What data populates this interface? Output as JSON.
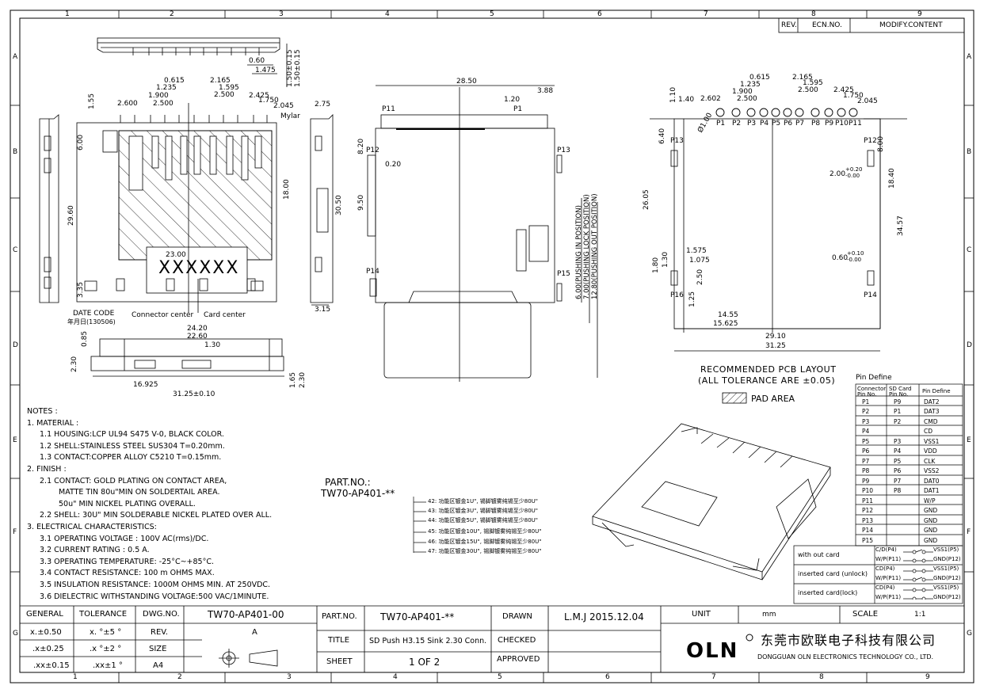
{
  "grid": {
    "cols_top": [
      "1",
      "2",
      "3",
      "4",
      "5",
      "6",
      "7",
      "8",
      "9"
    ],
    "cols_bottom": [
      "1",
      "2",
      "3",
      "4",
      "5",
      "6",
      "7",
      "8",
      "9"
    ],
    "rows_left": [
      "A",
      "B",
      "C",
      "D",
      "E",
      "F",
      "G"
    ],
    "rows_right": [
      "A",
      "B",
      "C",
      "D",
      "E",
      "F",
      "G"
    ]
  },
  "revision_block": {
    "rev": "REV.",
    "ecn": "ECN.NO.",
    "modify": "MODIFY.CONTENT"
  },
  "top_view": {
    "dims": [
      "0.60",
      "1.475",
      "1.50±0.15",
      "1.50±0.15",
      "0.615",
      "2.165",
      "1.235",
      "1.595",
      "1.900",
      "2.500",
      "2.425",
      "1.750",
      "2.500",
      "2.045",
      "2.600",
      "1.55",
      "2.75",
      "6.00",
      "29.60",
      "18.00",
      "30.50",
      "3.35",
      "23.00",
      "3.15"
    ],
    "labels": {
      "mylar": "Mylar",
      "date_code": "DATE CODE",
      "date_code_sub": "年月日(130506)",
      "connector_center": "Connector center",
      "card_center": "Card center",
      "marking": "XXXXXX"
    }
  },
  "front_view": {
    "dims": [
      "24.20",
      "22.60",
      "1.30",
      "0.85",
      "2.30",
      "16.925",
      "31.25±0.10",
      "1.65",
      "2.30"
    ]
  },
  "side_view": {
    "dims": [
      "28.50",
      "3.88",
      "1.20",
      "8.20",
      "0.20",
      "9.50"
    ],
    "pins": [
      "P11",
      "P1",
      "P12",
      "P13",
      "P14",
      "P15"
    ],
    "positions": [
      "6.00(PUSHING IN POSITION)",
      "7.00(PUSHING LOCK POSITION)",
      "12.80(PUSHING OUT POSITION)"
    ]
  },
  "pcb_layout": {
    "dims_top": [
      "0.615",
      "2.165",
      "1.235",
      "1.595",
      "1.900",
      "2.500",
      "2.500",
      "2.425",
      "1.750",
      "2.045",
      "2.602",
      "1.40",
      "1.10",
      "Ø1.00"
    ],
    "pins": [
      "P1",
      "P2",
      "P3",
      "P4",
      "P5",
      "P6",
      "P7",
      "P8",
      "P9",
      "P10",
      "P11"
    ],
    "side_pins": [
      "P13",
      "P12",
      "P16",
      "P14"
    ],
    "dims_body": [
      "6.40",
      "8.00",
      "2.00",
      "+0.20",
      "-0.00",
      "18.40",
      "26.05",
      "34.57",
      "1.575",
      "1.075",
      "1.30",
      "1.80",
      "2.50",
      "1.25",
      "0.60",
      "+0.10",
      "-0.00",
      "14.55",
      "15.625",
      "29.10",
      "31.25"
    ],
    "title_line1": "RECOMMENDED PCB LAYOUT",
    "title_line2": "(ALL TOLERANCE ARE ±0.05)",
    "pad_area": "PAD AREA"
  },
  "pin_define": {
    "title": "Pin Define",
    "headers": [
      "Connector Pin No.",
      "SD Card Pin No.",
      "Pin Define"
    ],
    "rows": [
      [
        "P1",
        "P9",
        "DAT2"
      ],
      [
        "P2",
        "P1",
        "DAT3"
      ],
      [
        "P3",
        "P2",
        "CMD"
      ],
      [
        "P4",
        "",
        "CD"
      ],
      [
        "P5",
        "P3",
        "VSS1"
      ],
      [
        "P6",
        "P4",
        "VDD"
      ],
      [
        "P7",
        "P5",
        "CLK"
      ],
      [
        "P8",
        "P6",
        "VSS2"
      ],
      [
        "P9",
        "P7",
        "DAT0"
      ],
      [
        "P10",
        "P8",
        "DAT1"
      ],
      [
        "P11",
        "",
        "W/P"
      ],
      [
        "P12",
        "",
        "GND"
      ],
      [
        "P13",
        "",
        "GND"
      ],
      [
        "P14",
        "",
        "GND"
      ],
      [
        "P15",
        "",
        "GND"
      ]
    ]
  },
  "switch_table": {
    "rows": [
      {
        "state": "with out card",
        "l1": "C/D(P4)",
        "r1": "VSS1(P5)",
        "l2": "W/P(P11)",
        "r2": "GND(P12)"
      },
      {
        "state": "inserted card (unlock)",
        "l1": "CD(P4)",
        "r1": "VSS1(P5)",
        "l2": "W/P(P11)",
        "r2": "GND(P12)"
      },
      {
        "state": "inserted card(lock)",
        "l1": "CD(P4)",
        "r1": "VSS1(P5)",
        "l2": "W/P(P11)",
        "r2": "GND(P12)"
      }
    ]
  },
  "part_no": {
    "label": "PART.NO.:",
    "value": "TW70-AP401-**",
    "options": [
      "42: 功能区镀金1U\", 锡脚镀雾纯锡至少80U\"",
      "43: 功能区镀金3U\", 锡脚镀雾纯锡至少80U\"",
      "44: 功能区镀金5U\", 锡脚镀雾纯锡至少80U\"",
      "45: 功能区镀金10U\", 锡脚镀雾纯锡至少80U\"",
      "46: 功能区镀金15U\", 锡脚镀雾纯锡至少80U\"",
      "47: 功能区镀金30U\", 锡脚镀雾纯锡至少80U\""
    ]
  },
  "notes": [
    {
      "lvl": 1,
      "text": "NOTES :"
    },
    {
      "lvl": 1,
      "text": "1. MATERIAL :"
    },
    {
      "lvl": 2,
      "text": "1.1 HOUSING:LCP UL94 S475 V-0, BLACK COLOR."
    },
    {
      "lvl": 2,
      "text": "1.2 SHELL:STAINLESS STEEL SUS304 T=0.20mm."
    },
    {
      "lvl": 2,
      "text": "1.3 CONTACT:COPPER ALLOY C5210 T=0.15mm."
    },
    {
      "lvl": 1,
      "text": "2. FINISH :"
    },
    {
      "lvl": 2,
      "text": "2.1 CONTACT: GOLD PLATING ON CONTACT AREA,"
    },
    {
      "lvl": 3,
      "text": "MATTE TIN 80u\"MIN ON SOLDERTAIL AREA."
    },
    {
      "lvl": 3,
      "text": "50u\" MIN NICKEL PLATING OVERALL."
    },
    {
      "lvl": 2,
      "text": "2.2 SHELL: 30U\" MIN SOLDERABLE NICKEL PLATED OVER ALL."
    },
    {
      "lvl": 1,
      "text": "3. ELECTRICAL CHARACTERISTICS:"
    },
    {
      "lvl": 2,
      "text": "3.1 OPERATING VOLTAGE : 100V AC(rms)/DC."
    },
    {
      "lvl": 2,
      "text": "3.2 CURRENT RATING : 0.5 A."
    },
    {
      "lvl": 2,
      "text": "3.3 OPERATING TEMPERATURE: -25°C~+85°C."
    },
    {
      "lvl": 2,
      "text": "3.4 CONTACT RESISTANCE: 100 m OHMS MAX."
    },
    {
      "lvl": 2,
      "text": "3.5 INSULATION RESISTANCE: 1000M OHMS MIN. AT 250VDC."
    },
    {
      "lvl": 2,
      "text": "3.6 DIELECTRIC WITHSTANDING VOLTAGE:500 VAC/1MINUTE."
    }
  ],
  "title_block": {
    "general": "GENERAL",
    "tolerance": "TOLERANCE",
    "dwg_no_label": "DWG.NO.",
    "dwg_no": "TW70-AP401-00",
    "tol1a": "x.±0.50",
    "tol1b": "x. °±5 °",
    "rev_label": "REV.",
    "rev": "A",
    "tol2a": ".x±0.25",
    "tol2b": ".x °±2 °",
    "size_label": "SIZE",
    "size": "A4",
    "tol3a": ".xx±0.15",
    "tol3b": ".xx±1 °",
    "part_no_label": "PART.NO.",
    "part_no": "TW70-AP401-**",
    "title_label": "TITLE",
    "title": "SD Push H3.15 Sink 2.30 Conn.",
    "sheet_label": "SHEET",
    "sheet": "1 OF 2",
    "drawn_label": "DRAWN",
    "drawn": "L.M.J 2015.12.04",
    "checked_label": "CHECKED",
    "approved_label": "APPROVED",
    "unit_label": "UNIT",
    "unit": "mm",
    "scale_label": "SCALE",
    "scale": "1:1",
    "logo": "OLN",
    "company_cn": "东莞市欧联电子科技有限公司",
    "company_en": "DONGGUAN OLN ELECTRONICS TECHNOLOGY CO., LTD."
  }
}
